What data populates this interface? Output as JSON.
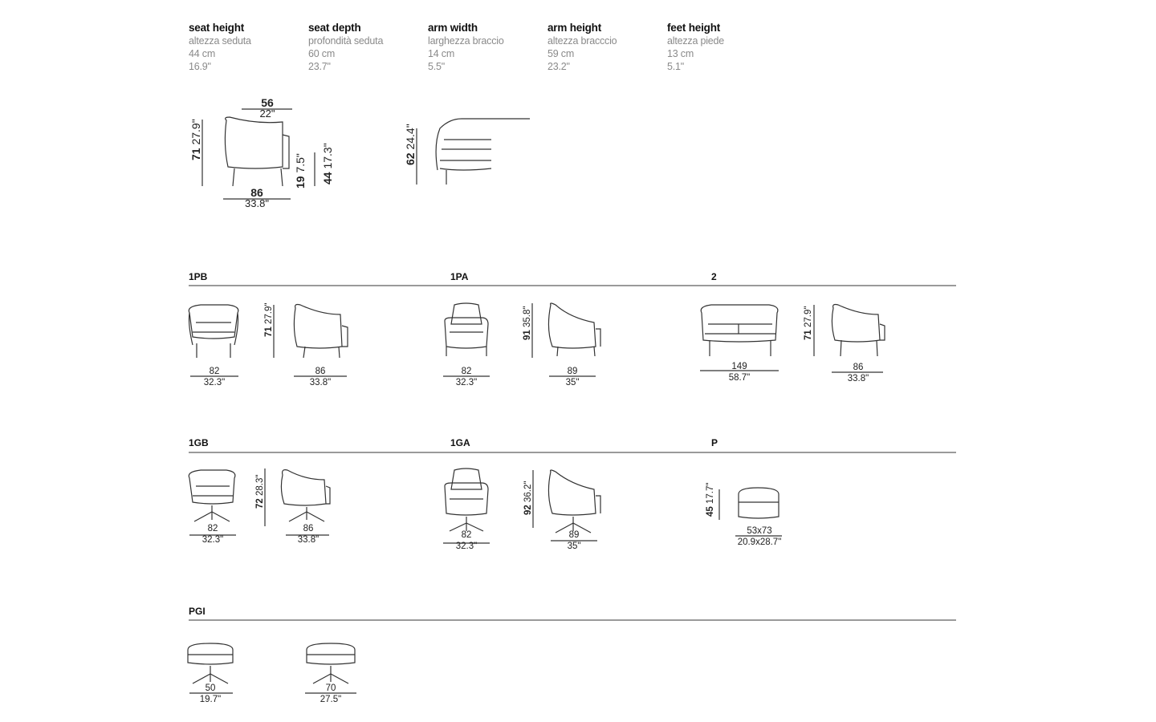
{
  "specs": [
    {
      "title": "seat height",
      "sub": "altezza seduta",
      "metric": "44 cm",
      "imperial": "16.9\""
    },
    {
      "title": "seat depth",
      "sub": "profondità seduta",
      "metric": "60 cm",
      "imperial": "23.7\""
    },
    {
      "title": "arm width",
      "sub": "larghezza braccio",
      "metric": "14 cm",
      "imperial": "5.5\""
    },
    {
      "title": "arm height",
      "sub": "altezza bracccio",
      "metric": "59 cm",
      "imperial": "23.2\""
    },
    {
      "title": "feet height",
      "sub": "altezza piede",
      "metric": "13 cm",
      "imperial": "5.1\""
    }
  ],
  "detail": {
    "top_width": {
      "cm": "56",
      "in": "22\""
    },
    "height": {
      "cm": "71",
      "in": "27.9\""
    },
    "depth": {
      "cm": "86",
      "in": "33.8\""
    },
    "arm_gap": {
      "cm": "19",
      "in": "7.5\""
    },
    "seat_h": {
      "cm": "44",
      "in": "17.3\""
    },
    "arm_h": {
      "cm": "62",
      "in": "24.4\""
    }
  },
  "sections": {
    "s1pb": "1PB",
    "s1pa": "1PA",
    "s2": "2",
    "s1gb": "1GB",
    "s1ga": "1GA",
    "sp": "P",
    "spgi": "PGI"
  },
  "dims": {
    "pb_front": {
      "cm": "82",
      "in": "32.3\""
    },
    "pb_h": {
      "cm": "71",
      "in": "27.9\""
    },
    "pb_side": {
      "cm": "86",
      "in": "33.8\""
    },
    "pa_front": {
      "cm": "82",
      "in": "32.3\""
    },
    "pa_h": {
      "cm": "91",
      "in": "35.8\""
    },
    "pa_side": {
      "cm": "89",
      "in": "35\""
    },
    "s2_front": {
      "cm": "149",
      "in": "58.7\""
    },
    "s2_h": {
      "cm": "71",
      "in": "27.9\""
    },
    "s2_side": {
      "cm": "86",
      "in": "33.8\""
    },
    "gb_front": {
      "cm": "82",
      "in": "32.3\""
    },
    "gb_h": {
      "cm": "72",
      "in": "28.3\""
    },
    "gb_side": {
      "cm": "86",
      "in": "33.8\""
    },
    "ga_front": {
      "cm": "82",
      "in": "32.3\""
    },
    "ga_h": {
      "cm": "92",
      "in": "36.2\""
    },
    "ga_side": {
      "cm": "89",
      "in": "35\""
    },
    "p_h": {
      "cm": "45",
      "in": "17.7\""
    },
    "p_size": {
      "cm": "53x73",
      "in": "20.9x28.7\""
    },
    "pgi_a": {
      "cm": "50",
      "in": "19.7\""
    },
    "pgi_b": {
      "cm": "70",
      "in": "27.5\""
    }
  },
  "colors": {
    "line": "#333333",
    "rule": "#9a9a9a",
    "muted": "#8a8a8a"
  }
}
